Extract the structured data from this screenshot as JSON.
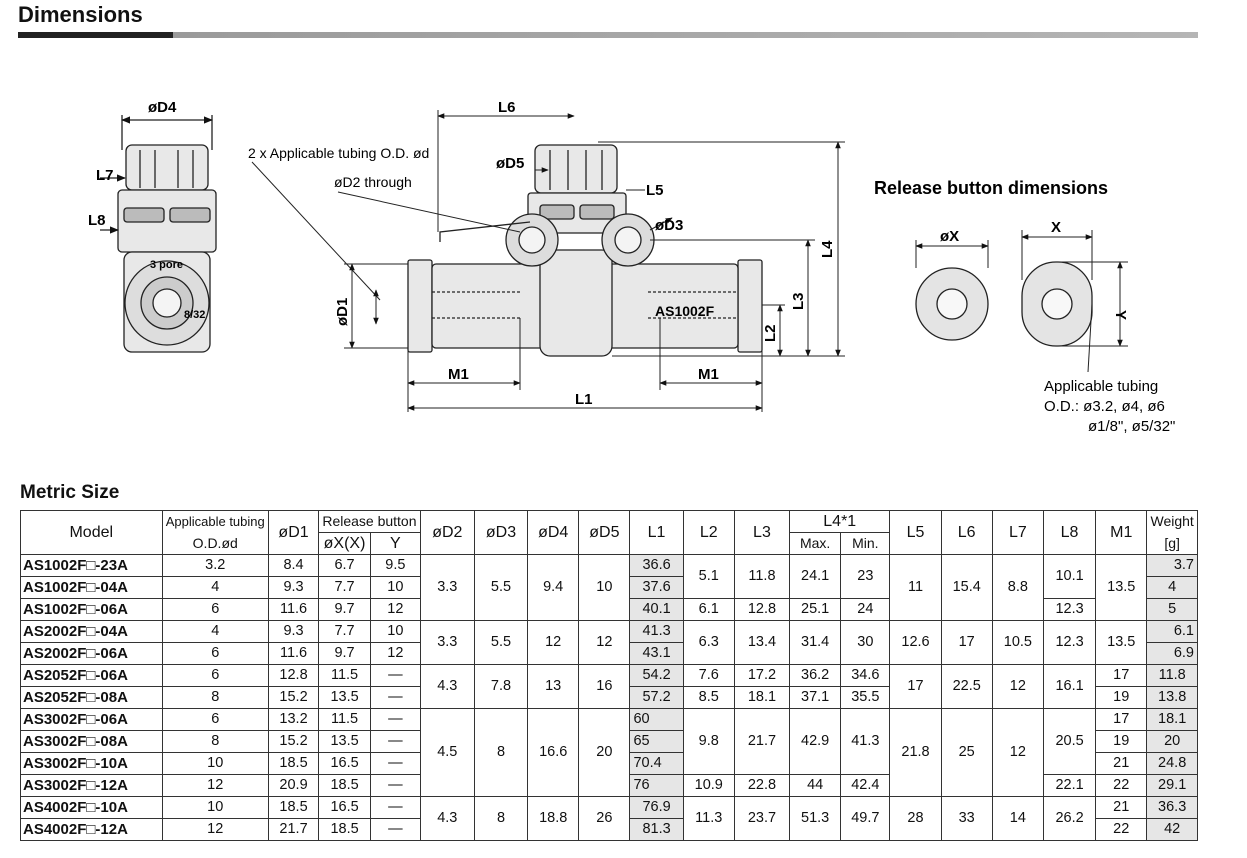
{
  "header": {
    "title": "Dimensions"
  },
  "drawing": {
    "labels": {
      "d4": "øD4",
      "l7": "L7",
      "l8": "L8",
      "tubing_note": "2 x Applicable tubing O.D. ød",
      "d2_through": "øD2 through",
      "l6": "L6",
      "d5": "øD5",
      "l5": "L5",
      "d3": "øD3",
      "d1": "øD1",
      "l4": "L4",
      "l3": "L3",
      "l2": "L2",
      "m1_left": "M1",
      "m1_right": "M1",
      "l1": "L1",
      "body_mark": "AS1002F",
      "side_mark_1": "3 pore",
      "side_mark_2": "8/32"
    },
    "release": {
      "title": "Release button dimensions",
      "dx": "øX",
      "x": "X",
      "y": "Y",
      "note_line1": "Applicable tubing",
      "note_line2": "O.D.: ø3.2, ø4, ø6",
      "note_line3": "ø1/8\", ø5/32\""
    }
  },
  "table": {
    "title": "Metric Size",
    "headers": {
      "model": "Model",
      "tubing_1": "Applicable tubing",
      "tubing_2": "O.D.ød",
      "d1": "øD1",
      "release": "Release button",
      "x": "øX(X)",
      "y": "Y",
      "d2": "øD2",
      "d3": "øD3",
      "d4": "øD4",
      "d5": "øD5",
      "l1": "L1",
      "l2": "L2",
      "l3": "L3",
      "l4": "L4*1",
      "max": "Max.",
      "min": "Min.",
      "l5": "L5",
      "l6": "L6",
      "l7": "L7",
      "l8": "L8",
      "m1": "M1",
      "weight_1": "Weight",
      "weight_2": "[g]"
    },
    "rows": [
      {
        "model": "AS1002F□-23A",
        "od": "3.2",
        "d1": "8.4",
        "x": "6.7",
        "y": "9.5",
        "l1": "36.6",
        "w": "3.7"
      },
      {
        "model": "AS1002F□-04A",
        "od": "4",
        "d1": "9.3",
        "x": "7.7",
        "y": "10",
        "l1": "37.6",
        "w": "4"
      },
      {
        "model": "AS1002F□-06A",
        "od": "6",
        "d1": "11.6",
        "x": "9.7",
        "y": "12",
        "l1": "40.1",
        "w": "5"
      },
      {
        "model": "AS2002F□-04A",
        "od": "4",
        "d1": "9.3",
        "x": "7.7",
        "y": "10",
        "l1": "41.3",
        "w": "6.1"
      },
      {
        "model": "AS2002F□-06A",
        "od": "6",
        "d1": "11.6",
        "x": "9.7",
        "y": "12",
        "l1": "43.1",
        "w": "6.9"
      },
      {
        "model": "AS2052F□-06A",
        "od": "6",
        "d1": "12.8",
        "x": "11.5",
        "y": "—",
        "l1": "54.2",
        "w": "11.8"
      },
      {
        "model": "AS2052F□-08A",
        "od": "8",
        "d1": "15.2",
        "x": "13.5",
        "y": "—",
        "l1": "57.2",
        "w": "13.8"
      },
      {
        "model": "AS3002F□-06A",
        "od": "6",
        "d1": "13.2",
        "x": "11.5",
        "y": "—",
        "l1": "60",
        "w": "18.1"
      },
      {
        "model": "AS3002F□-08A",
        "od": "8",
        "d1": "15.2",
        "x": "13.5",
        "y": "—",
        "l1": "65",
        "w": "20"
      },
      {
        "model": "AS3002F□-10A",
        "od": "10",
        "d1": "18.5",
        "x": "16.5",
        "y": "—",
        "l1": "70.4",
        "w": "24.8"
      },
      {
        "model": "AS3002F□-12A",
        "od": "12",
        "d1": "20.9",
        "x": "18.5",
        "y": "—",
        "l1": "76",
        "w": "29.1"
      },
      {
        "model": "AS4002F□-10A",
        "od": "10",
        "d1": "18.5",
        "x": "16.5",
        "y": "—",
        "l1": "76.9",
        "w": "36.3"
      },
      {
        "model": "AS4002F□-12A",
        "od": "12",
        "d1": "21.7",
        "x": "18.5",
        "y": "—",
        "l1": "81.3",
        "w": "42"
      }
    ],
    "groups": {
      "g1": {
        "d2": "3.3",
        "d3": "5.5",
        "d4": "9.4",
        "d5": "10",
        "l5": "11",
        "l6": "15.4",
        "l7": "8.8",
        "m1": "13.5",
        "l2_a": "5.1",
        "l3_a": "11.8",
        "l4max_a": "24.1",
        "l4min_a": "23",
        "l2_b": "6.1",
        "l3_b": "12.8",
        "l4max_b": "25.1",
        "l4min_b": "24",
        "l8_a": "10.1",
        "l8_b": "12.3"
      },
      "g2": {
        "d2": "3.3",
        "d3": "5.5",
        "d4": "12",
        "d5": "12",
        "l2": "6.3",
        "l3": "13.4",
        "l4max": "31.4",
        "l4min": "30",
        "l5": "12.6",
        "l6": "17",
        "l7": "10.5",
        "l8": "12.3",
        "m1": "13.5"
      },
      "g3": {
        "d2": "4.3",
        "d3": "7.8",
        "d4": "13",
        "d5": "16",
        "l5": "17",
        "l6": "22.5",
        "l7": "12",
        "l8": "16.1",
        "l2_a": "7.6",
        "l3_a": "17.2",
        "l4max_a": "36.2",
        "l4min_a": "34.6",
        "m1_a": "17",
        "l2_b": "8.5",
        "l3_b": "18.1",
        "l4max_b": "37.1",
        "l4min_b": "35.5",
        "m1_b": "19"
      },
      "g4": {
        "d2": "4.5",
        "d3": "8",
        "d4": "16.6",
        "d5": "20",
        "l5": "21.8",
        "l6": "25",
        "l7": "12",
        "l2_a": "9.8",
        "l3_a": "21.7",
        "l4max_a": "42.9",
        "l4min_a": "41.3",
        "l8_a": "20.5",
        "m1_1": "17",
        "m1_2": "19",
        "m1_3": "21",
        "l2_b": "10.9",
        "l3_b": "22.8",
        "l4max_b": "44",
        "l4min_b": "42.4",
        "l8_b": "22.1",
        "m1_4": "22"
      },
      "g5": {
        "d2": "4.3",
        "d3": "8",
        "d4": "18.8",
        "d5": "26",
        "l2": "11.3",
        "l3": "23.7",
        "l4max": "51.3",
        "l4min": "49.7",
        "l5": "28",
        "l6": "33",
        "l7": "14",
        "l8": "26.2",
        "m1_1": "21",
        "m1_2": "22"
      }
    }
  }
}
